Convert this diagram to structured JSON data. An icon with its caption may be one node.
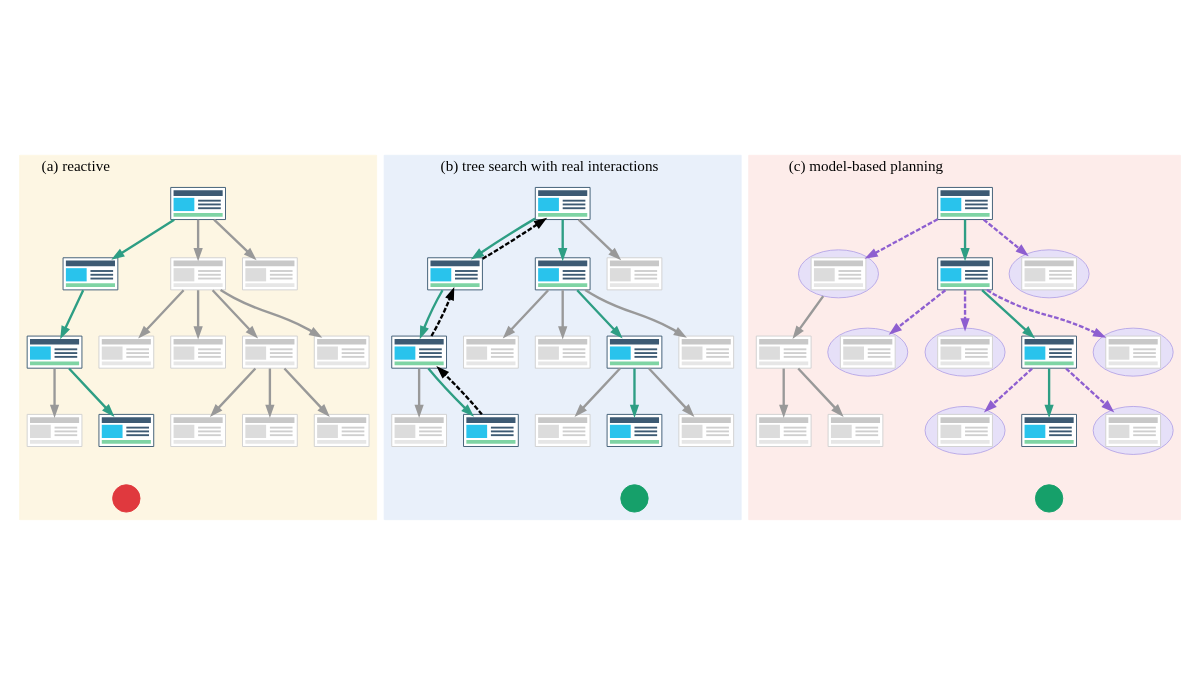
{
  "diagram": {
    "nodes": [
      {
        "text": [
          "(a) reactive"
        ]
      },
      {
        "text": [],
        "shape": "picture",
        "in": 0
      },
      {
        "text": [],
        "shape": "picture",
        "in": 0
      },
      {
        "text": [],
        "shape": "picture",
        "in": 0
      },
      {
        "text": [],
        "shape": "picture",
        "in": 0
      },
      {
        "text": [],
        "shape": "picture",
        "in": 0
      },
      {
        "text": [],
        "shape": "picture",
        "in": 0
      },
      {
        "text": [],
        "shape": "picture",
        "in": 0
      },
      {
        "text": [],
        "shape": "picture",
        "in": 0
      },
      {
        "text": [],
        "shape": "picture",
        "in": 0
      },
      {
        "text": [],
        "shape": "picture",
        "in": 0
      },
      {
        "text": [],
        "shape": "picture",
        "in": 0
      },
      {
        "text": [],
        "shape": "picture",
        "in": 0
      },
      {
        "text": [],
        "shape": "picture",
        "in": 0
      },
      {
        "text": [],
        "shape": "picture",
        "in": 0
      },
      {
        "text": [],
        "shape": "circle",
        "in": 0
      },
      {
        "text": [
          "(b) tree search with real interactions"
        ]
      },
      {
        "text": [],
        "shape": "picture",
        "in": 16
      },
      {
        "text": [],
        "shape": "picture",
        "in": 16
      },
      {
        "text": [],
        "shape": "picture",
        "in": 16
      },
      {
        "text": [],
        "shape": "picture",
        "in": 16
      },
      {
        "text": [],
        "shape": "picture",
        "in": 16
      },
      {
        "text": [],
        "shape": "picture",
        "in": 16
      },
      {
        "text": [],
        "shape": "picture",
        "in": 16
      },
      {
        "text": [],
        "shape": "picture",
        "in": 16
      },
      {
        "text": [],
        "shape": "picture",
        "in": 16
      },
      {
        "text": [],
        "shape": "picture",
        "in": 16
      },
      {
        "text": [],
        "shape": "picture",
        "in": 16
      },
      {
        "text": [],
        "shape": "picture",
        "in": 16
      },
      {
        "text": [],
        "shape": "picture",
        "in": 16
      },
      {
        "text": [],
        "shape": "picture",
        "in": 16
      },
      {
        "text": [],
        "shape": "circle",
        "in": 16
      },
      {
        "text": [
          "(c) model-based planning"
        ]
      },
      {
        "text": [],
        "shape": "picture",
        "in": 32
      },
      {
        "text": [],
        "shape": "picture",
        "in": 32
      },
      {
        "text": [],
        "shape": "picture",
        "in": 32
      },
      {
        "text": [],
        "shape": "picture",
        "in": 32
      },
      {
        "text": [],
        "shape": "picture",
        "in": 32
      },
      {
        "text": [],
        "shape": "picture",
        "in": 32
      },
      {
        "text": [],
        "shape": "picture",
        "in": 32
      },
      {
        "text": [],
        "shape": "picture",
        "in": 32
      },
      {
        "text": [],
        "shape": "picture",
        "in": 32
      },
      {
        "text": [],
        "shape": "picture",
        "in": 32
      },
      {
        "text": [],
        "shape": "picture",
        "in": 32
      },
      {
        "text": [],
        "shape": "picture",
        "in": 32
      },
      {
        "text": [],
        "shape": "picture",
        "in": 32
      },
      {
        "text": [],
        "shape": "picture",
        "in": 32
      },
      {
        "text": [],
        "shape": "circle",
        "in": 32
      }
    ],
    "edges": [
      {
        "from": 1,
        "to": 2,
        "arrow": "to",
        "color": "#2e9e84"
      },
      {
        "from": 1,
        "to": 3,
        "arrow": "to"
      },
      {
        "from": 1,
        "to": 4,
        "arrow": "to"
      },
      {
        "from": 2,
        "to": 5,
        "arrow": "to",
        "color": "#2e9e84"
      },
      {
        "from": 3,
        "to": 6,
        "arrow": "to"
      },
      {
        "from": 3,
        "to": 7,
        "arrow": "to"
      },
      {
        "from": 3,
        "to": 8,
        "arrow": "to"
      },
      {
        "from": 3,
        "to": 9,
        "arrow": "to"
      },
      {
        "from": 5,
        "to": 10,
        "arrow": "to"
      },
      {
        "from": 5,
        "to": 11,
        "arrow": "to",
        "color": "#2e9e84"
      },
      {
        "from": 8,
        "to": 12,
        "arrow": "to"
      },
      {
        "from": 8,
        "to": 13,
        "arrow": "to"
      },
      {
        "from": 8,
        "to": 14,
        "arrow": "to"
      },
      {
        "from": 17,
        "to": 18,
        "arrow": "to",
        "color": "#2e9e84"
      },
      {
        "from": 18,
        "to": 17,
        "arrow": "to",
        "style": "dashed",
        "color": "#000000"
      },
      {
        "from": 17,
        "to": 19,
        "arrow": "to",
        "color": "#2e9e84"
      },
      {
        "from": 17,
        "to": 20,
        "arrow": "to"
      },
      {
        "from": 18,
        "to": 21,
        "arrow": "to",
        "color": "#2e9e84"
      },
      {
        "from": 21,
        "to": 18,
        "arrow": "to",
        "style": "dashed",
        "color": "#000000"
      },
      {
        "from": 19,
        "to": 22,
        "arrow": "to"
      },
      {
        "from": 19,
        "to": 23,
        "arrow": "to"
      },
      {
        "from": 19,
        "to": 24,
        "arrow": "to",
        "color": "#2e9e84"
      },
      {
        "from": 19,
        "to": 25,
        "arrow": "to"
      },
      {
        "from": 21,
        "to": 26,
        "arrow": "to"
      },
      {
        "from": 21,
        "to": 27,
        "arrow": "to",
        "color": "#2e9e84"
      },
      {
        "from": 27,
        "to": 21,
        "arrow": "to",
        "style": "dashed",
        "color": "#000000"
      },
      {
        "from": 24,
        "to": 28,
        "arrow": "to"
      },
      {
        "from": 24,
        "to": 29,
        "arrow": "to",
        "color": "#2e9e84"
      },
      {
        "from": 24,
        "to": 30,
        "arrow": "to"
      },
      {
        "from": 33,
        "to": 34,
        "arrow": "to",
        "style": "dashed",
        "color": "#8e5fd0"
      },
      {
        "from": 33,
        "to": 35,
        "arrow": "to",
        "color": "#2e9e84"
      },
      {
        "from": 33,
        "to": 36,
        "arrow": "to",
        "style": "dashed",
        "color": "#8e5fd0"
      },
      {
        "from": 34,
        "to": 37,
        "arrow": "to"
      },
      {
        "from": 35,
        "to": 38,
        "arrow": "to",
        "style": "dashed",
        "color": "#8e5fd0"
      },
      {
        "from": 35,
        "to": 39,
        "arrow": "to",
        "style": "dashed",
        "color": "#8e5fd0"
      },
      {
        "from": 35,
        "to": 40,
        "arrow": "to",
        "color": "#2e9e84"
      },
      {
        "from": 35,
        "to": 41,
        "arrow": "to",
        "style": "dashed",
        "color": "#8e5fd0"
      },
      {
        "from": 37,
        "to": 42,
        "arrow": "to"
      },
      {
        "from": 37,
        "to": 43,
        "arrow": "to"
      },
      {
        "from": 40,
        "to": 44,
        "arrow": "to",
        "style": "dashed",
        "color": "#8e5fd0"
      },
      {
        "from": 40,
        "to": 45,
        "arrow": "to",
        "color": "#2e9e84"
      },
      {
        "from": 40,
        "to": 46,
        "arrow": "to",
        "style": "dashed",
        "color": "#8e5fd0"
      }
    ]
  }
}
